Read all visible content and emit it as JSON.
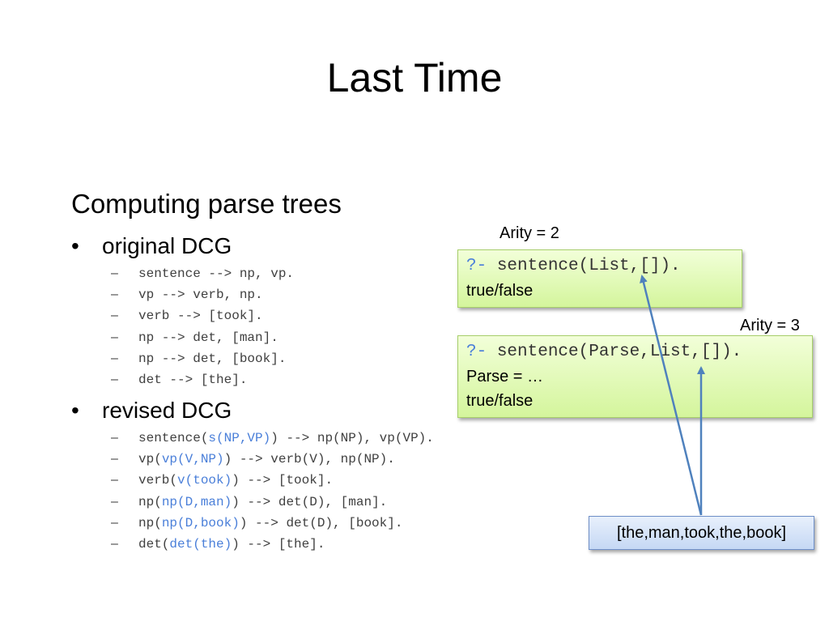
{
  "title": "Last Time",
  "heading": "Computing parse trees",
  "bullets": [
    {
      "label": "original DCG",
      "rules": [
        [
          {
            "t": "sentence --> np, vp."
          }
        ],
        [
          {
            "t": "vp --> verb, np."
          }
        ],
        [
          {
            "t": "verb --> [took]."
          }
        ],
        [
          {
            "t": "np --> det, [man]."
          }
        ],
        [
          {
            "t": "np --> det, [book]."
          }
        ],
        [
          {
            "t": "det --> [the]."
          }
        ]
      ]
    },
    {
      "label": "revised DCG",
      "rules": [
        [
          {
            "t": "sentence("
          },
          {
            "t": "s(NP,VP)",
            "hl": true
          },
          {
            "t": ") --> np(NP), vp(VP)."
          }
        ],
        [
          {
            "t": "vp("
          },
          {
            "t": "vp(V,NP)",
            "hl": true
          },
          {
            "t": ") --> verb(V), np(NP)."
          }
        ],
        [
          {
            "t": "verb("
          },
          {
            "t": "v(took)",
            "hl": true
          },
          {
            "t": ") --> [took]."
          }
        ],
        [
          {
            "t": "np("
          },
          {
            "t": "np(D,man)",
            "hl": true
          },
          {
            "t": ") --> det(D), [man]."
          }
        ],
        [
          {
            "t": "np("
          },
          {
            "t": "np(D,book)",
            "hl": true
          },
          {
            "t": ") --> det(D), [book]."
          }
        ],
        [
          {
            "t": "det("
          },
          {
            "t": "det(the)",
            "hl": true
          },
          {
            "t": ") --> [the]."
          }
        ]
      ]
    }
  ],
  "bullet_glyph": "•",
  "dash_glyph": "–",
  "callouts": {
    "arity2": {
      "label": "Arity = 2",
      "prompt": "?-",
      "query": " sentence(List,[]).",
      "lines": [
        "true/false"
      ]
    },
    "arity3": {
      "label": "Arity = 3",
      "prompt": "?-",
      "query": " sentence(Parse,List,[]).",
      "lines": [
        "Parse = …",
        "true/false"
      ]
    }
  },
  "list_box": "[the,man,took,the,book]",
  "colors": {
    "highlight": "#4a7fd9",
    "arrow": "#4f81bd"
  }
}
